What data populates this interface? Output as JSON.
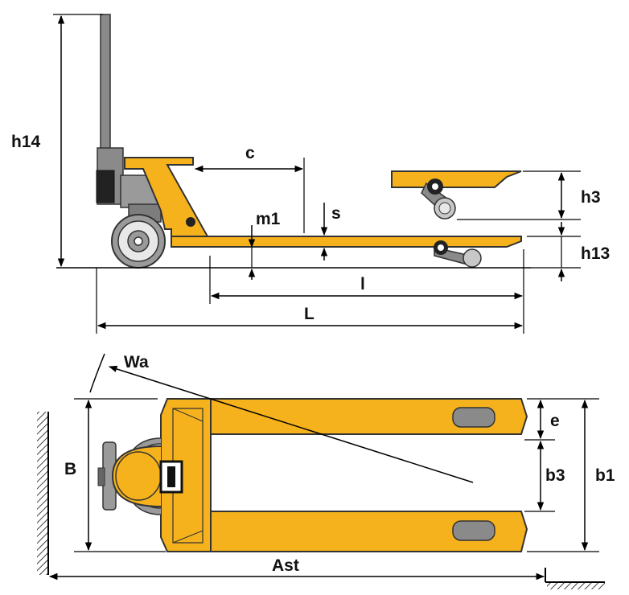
{
  "labels": {
    "h14": "h14",
    "c": "c",
    "m1": "m1",
    "s": "s",
    "h3": "h3",
    "h13": "h13",
    "l": "l",
    "L": "L",
    "Wa": "Wa",
    "B": "B",
    "e": "e",
    "b3": "b3",
    "b1": "b1",
    "Ast": "Ast"
  },
  "colors": {
    "body": "#f5b21c",
    "outline": "#333333",
    "wheel": "#9a9a9a",
    "handle": "#8a8a8a",
    "line": "#000000"
  }
}
